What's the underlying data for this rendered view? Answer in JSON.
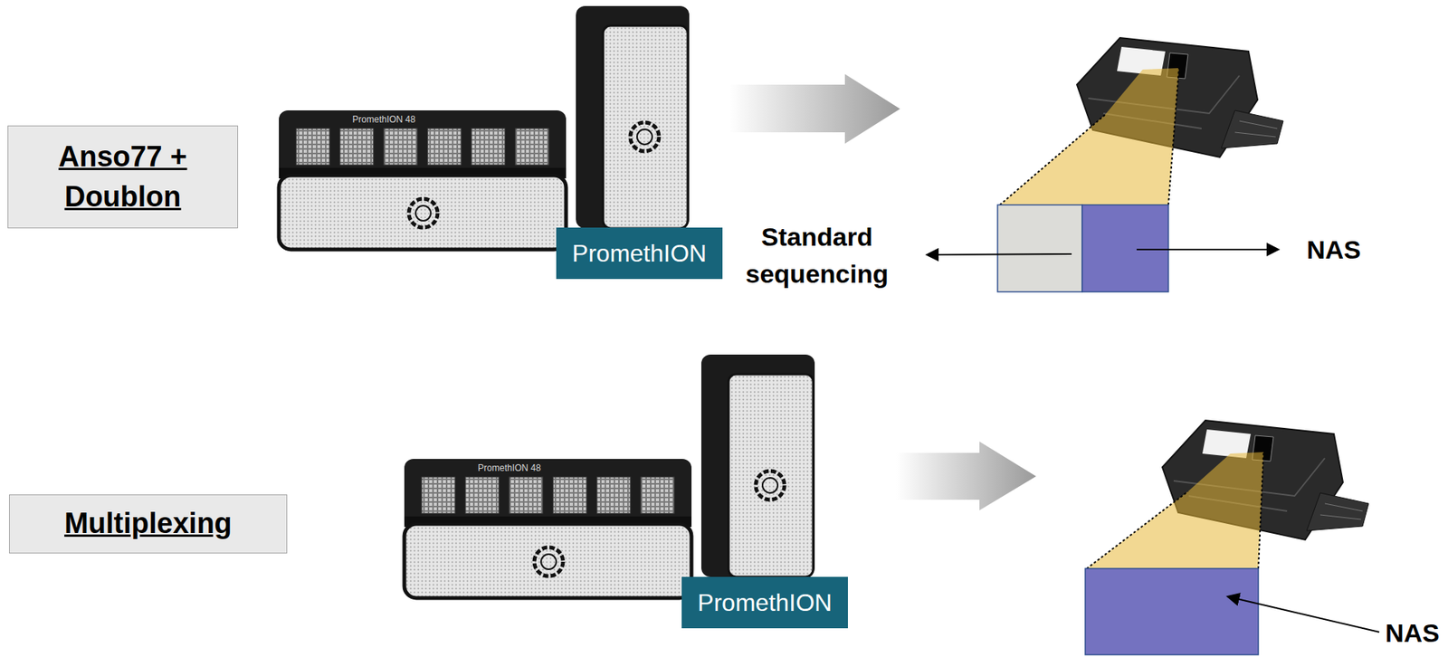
{
  "diagram": {
    "nodes": [
      {
        "text": [
          "Anso77 + Doublon"
        ]
      },
      {
        "text": [
          "PromethION"
        ]
      },
      {
        "text": [
          "Multiplexing"
        ]
      },
      {
        "text": [
          "PromethION"
        ]
      }
    ],
    "labels": [
      "PromethION 48",
      "Standard sequencing",
      "NAS",
      "PromethION 48",
      "NAS"
    ]
  }
}
